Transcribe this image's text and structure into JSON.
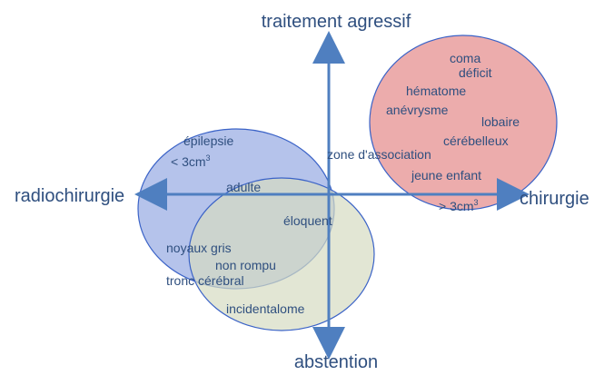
{
  "axes": {
    "top": "traitement agressif",
    "bottom": "abstention",
    "left": "radiochirurgie",
    "right": "chirurgie"
  },
  "circles": {
    "blue": {
      "fill": "#a8b8e8",
      "stroke": "#3b63c7",
      "terms": {
        "epilepsie": "épilepsie",
        "volume": "< 3cm",
        "volume_sup": "3",
        "adulte": "adulte"
      }
    },
    "green": {
      "fill": "#d6dcc2",
      "stroke": "#3b63c7",
      "terms": {
        "incidentalome": "incidentalome"
      }
    },
    "red": {
      "fill": "#eba8a8",
      "stroke": "#3b63c7",
      "terms": {
        "coma": "coma",
        "deficit": "déficit",
        "hematome": "hématome",
        "anevrysme": "anévrysme",
        "lobaire": "lobaire",
        "cerebelleux": "cérébelleux",
        "jeune_enfant": "jeune enfant",
        "volume": "> 3cm",
        "volume_sup": "3"
      }
    }
  },
  "overlap_terms": {
    "zone": "zone d'association",
    "eloquent": "éloquent",
    "noyaux": "noyaux gris",
    "non_rompu": "non rompu",
    "tronc": "tronc cérébral"
  },
  "colors": {
    "axis": "#4f7fc0",
    "text": "#2f4f7f"
  }
}
